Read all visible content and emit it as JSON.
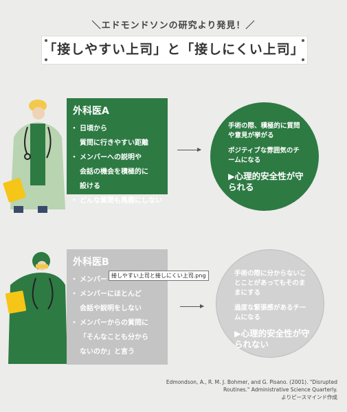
{
  "header": {
    "subtitle": "＼エドモンドソンの研究より発見！／",
    "title": "「接しやすい上司」と「接しにくい上司」"
  },
  "surgeon_a": {
    "title": "外科医A",
    "items": [
      "日頃から",
      "質問に行きやすい距離",
      "メンバーへの説明や",
      "会話の機会を積極的に",
      "設ける",
      "どんな質問も馬鹿にしない"
    ],
    "result": {
      "line1": "手術の際、積極的に質問や意見が挙がる",
      "line2": "ポジティブな雰囲気のチームになる",
      "highlight": "▶心理的安全性が守られる"
    }
  },
  "surgeon_b": {
    "title": "外科医B",
    "items": [
      "メンバー",
      "メンバーにほとんど",
      "会話や説明をしない",
      "メンバーからの質問に",
      "「そんなことも分から",
      "ないのか」と言う"
    ],
    "tooltip": "接しやすい上司と接しにくい上司.png",
    "result": {
      "line1": "手術の際に分からないことことがあってもそのままにする",
      "line2": "過度な緊張感があるチームになる",
      "highlight": "▶心理的安全性が守られない"
    }
  },
  "citation": {
    "line1": "Edmondson, A., R. M. J. Bohmer,  and G. Pisano. (2001). \"Disrupted",
    "line2": "Routines.\" Administrative Science Quarterly.",
    "line3": "よりピースマインド作成"
  },
  "colors": {
    "green": "#2d7a43",
    "gray": "#c4c4c4",
    "background": "#ececea"
  }
}
